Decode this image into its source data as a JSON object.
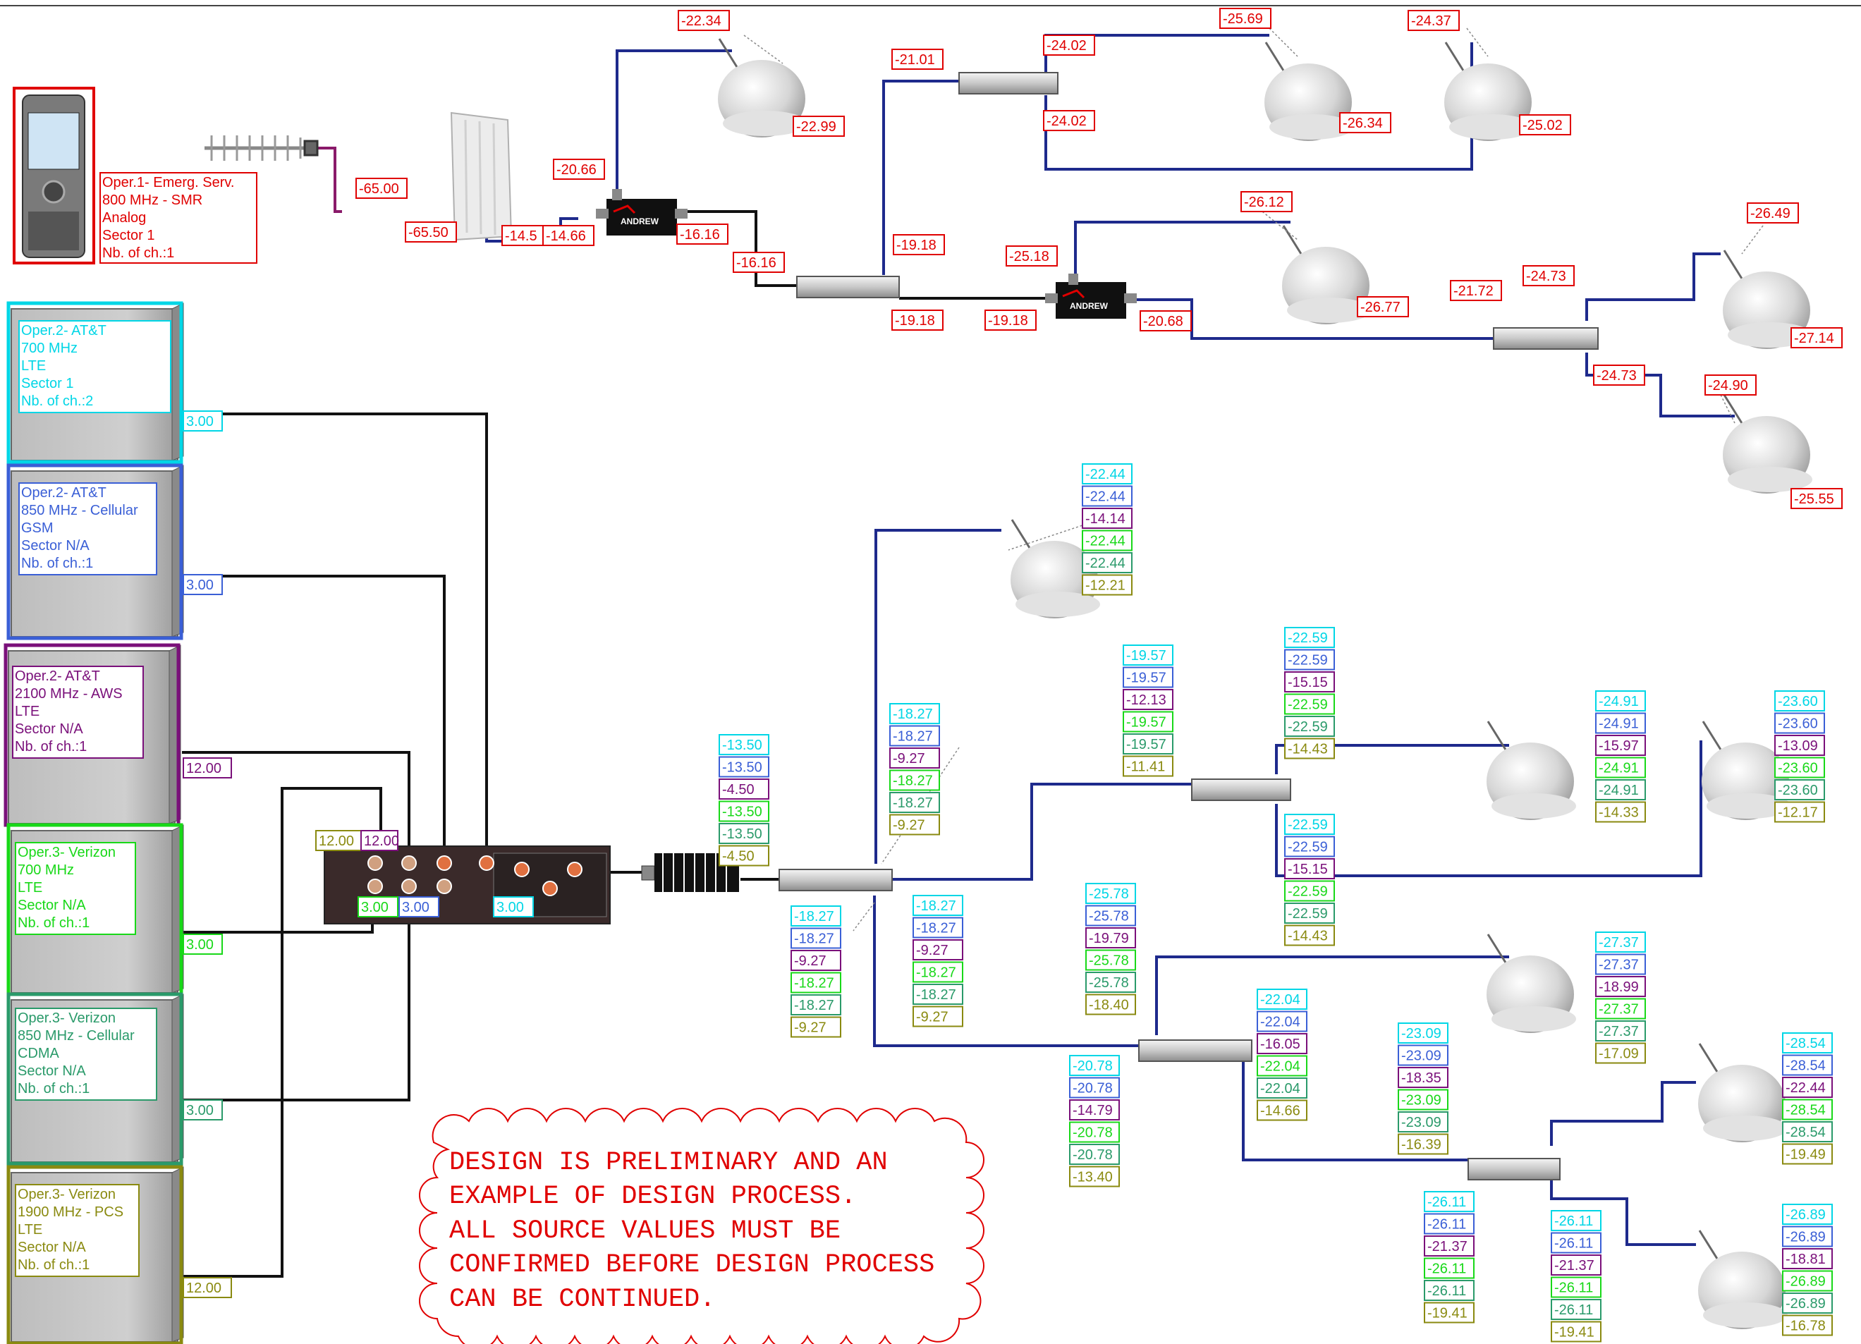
{
  "colors": {
    "red": "#e00000",
    "cyan": "#00d6e6",
    "blue": "#3a5fd6",
    "purple": "#7a107a",
    "green": "#18d818",
    "teal": "#2a9a6a",
    "olive": "#8a8a10",
    "cable": "#1e2a8c"
  },
  "note": {
    "lines": [
      "DESIGN IS PRELIMINARY AND AN",
      "EXAMPLE OF DESIGN PROCESS.",
      "ALL SOURCE VALUES MUST BE",
      "CONFIRMED BEFORE DESIGN PROCESS",
      "CAN BE CONTINUED."
    ]
  },
  "operators": [
    {
      "id": "op1",
      "color": "red",
      "lines": [
        "Oper.1- Emerg. Serv.",
        "800 MHz - SMR",
        "Analog",
        "Sector 1",
        "Nb. of ch.:1"
      ]
    },
    {
      "id": "op2a",
      "color": "cyan",
      "lines": [
        "Oper.2- AT&T",
        "700 MHz",
        "LTE",
        "Sector 1",
        "Nb. of ch.:2"
      ],
      "power": "3.00"
    },
    {
      "id": "op2b",
      "color": "blue",
      "lines": [
        "Oper.2- AT&T",
        "850 MHz - Cellular",
        "GSM",
        "Sector N/A",
        "Nb. of ch.:1"
      ],
      "power": "3.00"
    },
    {
      "id": "op2c",
      "color": "purple",
      "lines": [
        "Oper.2- AT&T",
        "2100 MHz - AWS",
        "LTE",
        "Sector N/A",
        "Nb. of ch.:1"
      ],
      "power": "12.00"
    },
    {
      "id": "op3a",
      "color": "green",
      "lines": [
        "Oper.3- Verizon",
        "700 MHz",
        "LTE",
        "Sector N/A",
        "Nb. of ch.:1"
      ],
      "power": "3.00"
    },
    {
      "id": "op3b",
      "color": "teal",
      "lines": [
        "Oper.3- Verizon",
        "850 MHz - Cellular",
        "CDMA",
        "Sector N/A",
        "Nb. of ch.:1"
      ],
      "power": "3.00"
    },
    {
      "id": "op3c",
      "color": "olive",
      "lines": [
        "Oper.3- Verizon",
        "1900 MHz - PCS",
        "LTE",
        "Sector N/A",
        "Nb. of ch.:1"
      ],
      "power": "12.00"
    }
  ],
  "combiner_ports": [
    "12.00",
    "12.00",
    "3.00",
    "3.00",
    "3.00"
  ],
  "red_labels": [
    "-65.00",
    "-65.50",
    "-14.5",
    "-14.66",
    "-20.66",
    "-22.34",
    "-22.99",
    "-16.16",
    "-16.16",
    "-21.01",
    "-24.02",
    "-24.02",
    "-25.69",
    "-26.34",
    "-24.37",
    "-25.02",
    "-19.18",
    "-19.18",
    "-19.18",
    "-25.18",
    "-26.12",
    "-26.77",
    "-20.68",
    "-21.72",
    "-24.73",
    "-24.73",
    "-26.49",
    "-27.14",
    "-24.90",
    "-25.55"
  ],
  "stacks": [
    [
      "-22.44",
      "-22.44",
      "-14.14",
      "-22.44",
      "-22.44",
      "-12.21"
    ],
    [
      "-13.50",
      "-13.50",
      "-4.50",
      "-13.50",
      "-13.50",
      "-4.50"
    ],
    [
      "-18.27",
      "-18.27",
      "-9.27",
      "-18.27",
      "-18.27",
      "-9.27"
    ],
    [
      "-18.27",
      "-18.27",
      "-9.27",
      "-18.27",
      "-18.27",
      "-9.27"
    ],
    [
      "-18.27",
      "-18.27",
      "-9.27",
      "-18.27",
      "-18.27",
      "-9.27"
    ],
    [
      "-19.57",
      "-19.57",
      "-12.13",
      "-19.57",
      "-19.57",
      "-11.41"
    ],
    [
      "-22.59",
      "-22.59",
      "-15.15",
      "-22.59",
      "-22.59",
      "-14.43"
    ],
    [
      "-22.59",
      "-22.59",
      "-15.15",
      "-22.59",
      "-22.59",
      "-14.43"
    ],
    [
      "-24.91",
      "-24.91",
      "-15.97",
      "-24.91",
      "-24.91",
      "-14.33"
    ],
    [
      "-23.60",
      "-23.60",
      "-13.09",
      "-23.60",
      "-23.60",
      "-12.17"
    ],
    [
      "-25.78",
      "-25.78",
      "-19.79",
      "-25.78",
      "-25.78",
      "-18.40"
    ],
    [
      "-22.04",
      "-22.04",
      "-16.05",
      "-22.04",
      "-22.04",
      "-14.66"
    ],
    [
      "-20.78",
      "-20.78",
      "-14.79",
      "-20.78",
      "-20.78",
      "-13.40"
    ],
    [
      "-27.37",
      "-27.37",
      "-18.99",
      "-27.37",
      "-27.37",
      "-17.09"
    ],
    [
      "-23.09",
      "-23.09",
      "-18.35",
      "-23.09",
      "-23.09",
      "-16.39"
    ],
    [
      "-28.54",
      "-28.54",
      "-22.44",
      "-28.54",
      "-28.54",
      "-19.49"
    ],
    [
      "-26.11",
      "-26.11",
      "-21.37",
      "-26.11",
      "-26.11",
      "-19.41"
    ],
    [
      "-26.11",
      "-26.11",
      "-21.37",
      "-26.11",
      "-26.11",
      "-19.41"
    ],
    [
      "-26.89",
      "-26.89",
      "-18.81",
      "-26.89",
      "-26.89",
      "-16.78"
    ]
  ]
}
